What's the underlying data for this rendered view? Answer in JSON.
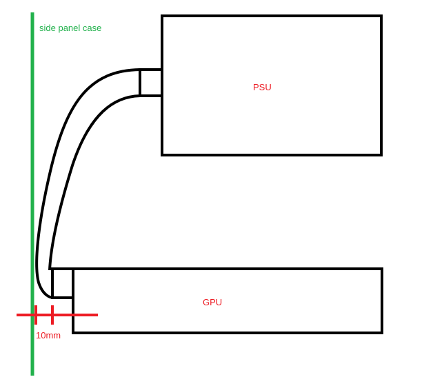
{
  "labels": {
    "side_panel": "side panel case",
    "psu": "PSU",
    "gpu": "GPU",
    "gap": "10mm"
  },
  "colors": {
    "side_panel": "#22b14c",
    "outline": "#000000",
    "label_box": "#ed1c24",
    "measure": "#ed1c24"
  }
}
